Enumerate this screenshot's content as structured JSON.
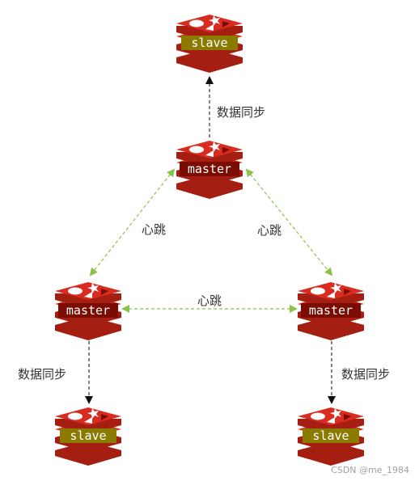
{
  "diagram": {
    "nodes": {
      "top_slave": "slave",
      "center_master": "master",
      "left_master": "master",
      "right_master": "master",
      "left_slave": "slave",
      "right_slave": "slave"
    },
    "edge_labels": {
      "sync_top": "数据同步",
      "heartbeat_left": "心跳",
      "heartbeat_right": "心跳",
      "heartbeat_middle": "心跳",
      "sync_left": "数据同步",
      "sync_right": "数据同步"
    },
    "colors": {
      "redis_red": "#d82c20",
      "redis_dark": "#a41e11",
      "label_plate": "#7a0c02",
      "slave_plate": "#8a7a00",
      "heartbeat_line": "#8bc34a",
      "sync_line": "#333333"
    },
    "icon": "redis-cube-icon"
  },
  "watermark": "CSDN @me_1984"
}
